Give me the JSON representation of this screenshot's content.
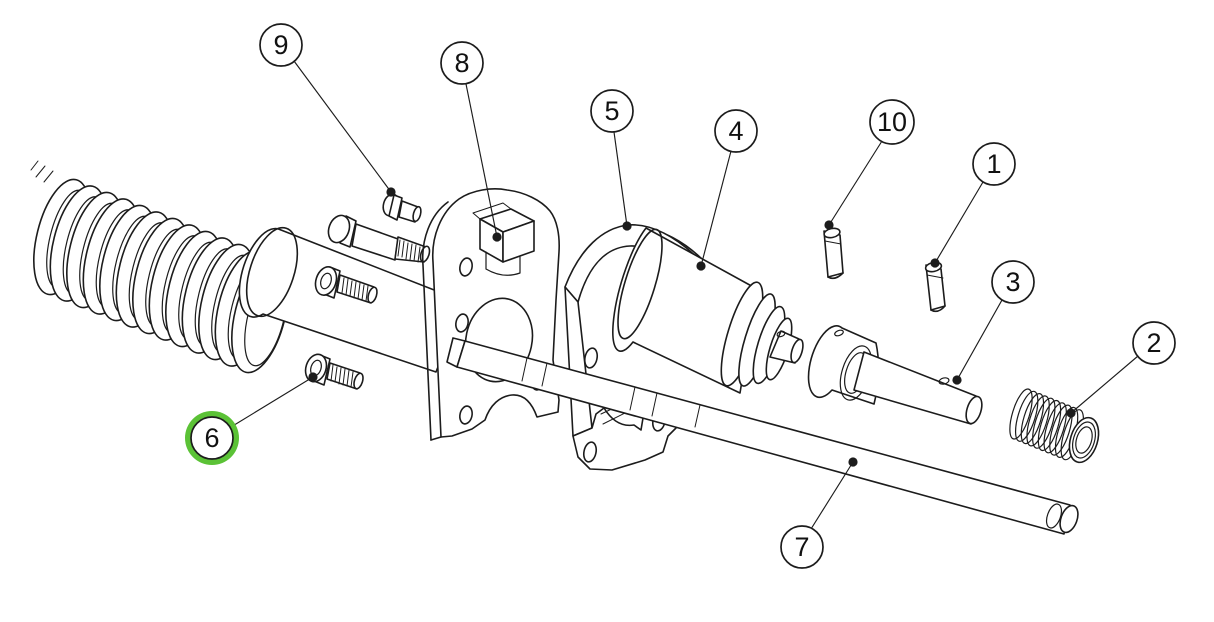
{
  "diagram": {
    "kind": "exploded-parts-diagram",
    "colors": {
      "background": "#ffffff",
      "line": "#1c1c1c",
      "highlight": "#5bc236",
      "balloon_fill": "#ffffff",
      "number_text": "#111111"
    },
    "callouts": [
      {
        "number": "1",
        "highlighted": false
      },
      {
        "number": "2",
        "highlighted": false
      },
      {
        "number": "3",
        "highlighted": false
      },
      {
        "number": "4",
        "highlighted": false
      },
      {
        "number": "5",
        "highlighted": false
      },
      {
        "number": "6",
        "highlighted": true
      },
      {
        "number": "7",
        "highlighted": false
      },
      {
        "number": "8",
        "highlighted": false
      },
      {
        "number": "9",
        "highlighted": false
      },
      {
        "number": "10",
        "highlighted": false
      }
    ]
  }
}
